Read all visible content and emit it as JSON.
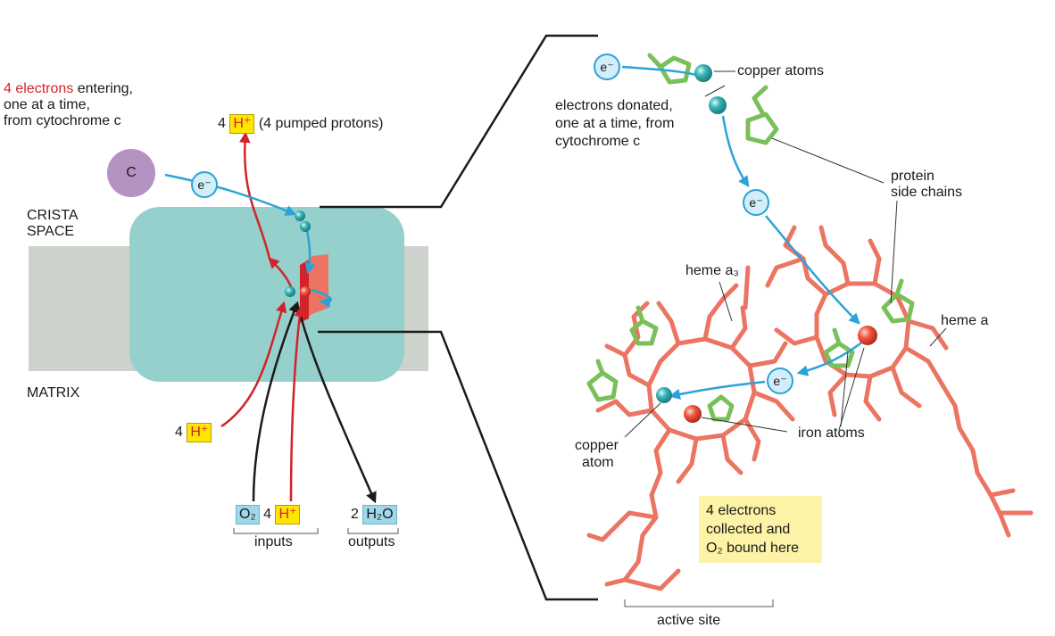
{
  "labels": {
    "electrons_entering_red": "4 electrons",
    "electrons_entering_rest": " entering,",
    "electrons_line2": "one at a time,",
    "electrons_line3": "from cytochrome c",
    "pumped_count": "4",
    "pumped_h": "H⁺",
    "pumped_text": "(4 pumped protons)",
    "cyto_c": "C",
    "electron_symbol": "e⁻",
    "crista_line1": "CRISTA",
    "crista_line2": "SPACE",
    "matrix": "MATRIX",
    "h_in_count": "4",
    "h_in": "H⁺",
    "o2": "O₂",
    "inputs_h_count": "4",
    "inputs_h": "H⁺",
    "water_count": "2",
    "water": "H₂O",
    "inputs": "inputs",
    "outputs": "outputs",
    "copper_atoms": "copper atoms",
    "donated_line1": "electrons donated,",
    "donated_line2": "one at a time, from",
    "donated_line3": "cytochrome c",
    "protein_line1": "protein",
    "protein_line2": "side chains",
    "heme_a3": "heme a₃",
    "heme_a": "heme a",
    "copper_atom_line1": "copper",
    "copper_atom_line2": "atom",
    "iron_atoms": "iron atoms",
    "collected_line1": "4 electrons",
    "collected_line2": "collected and",
    "collected_line3": "O₂ bound here",
    "active_site": "active site"
  },
  "colors": {
    "complex": "#95d0cd",
    "membrane": "#cdd2cc",
    "proton_arrow": "#d2232a",
    "electron_arrow": "#2ba3d8",
    "heme": "#ec7462",
    "side_chain": "#79c05a",
    "iron_atom": "#e53e3e",
    "copper_atom": "#2fa6a8",
    "cytochrome": "#b493c2",
    "highlight_yellow": "#ffe500",
    "water_blue": "#9fd8ea"
  },
  "icons": [
    "cytochrome-c-icon",
    "electron-icon",
    "copper-atom-icon",
    "iron-atom-icon",
    "heme-a-icon",
    "heme-a3-icon",
    "side-chain-icon"
  ]
}
